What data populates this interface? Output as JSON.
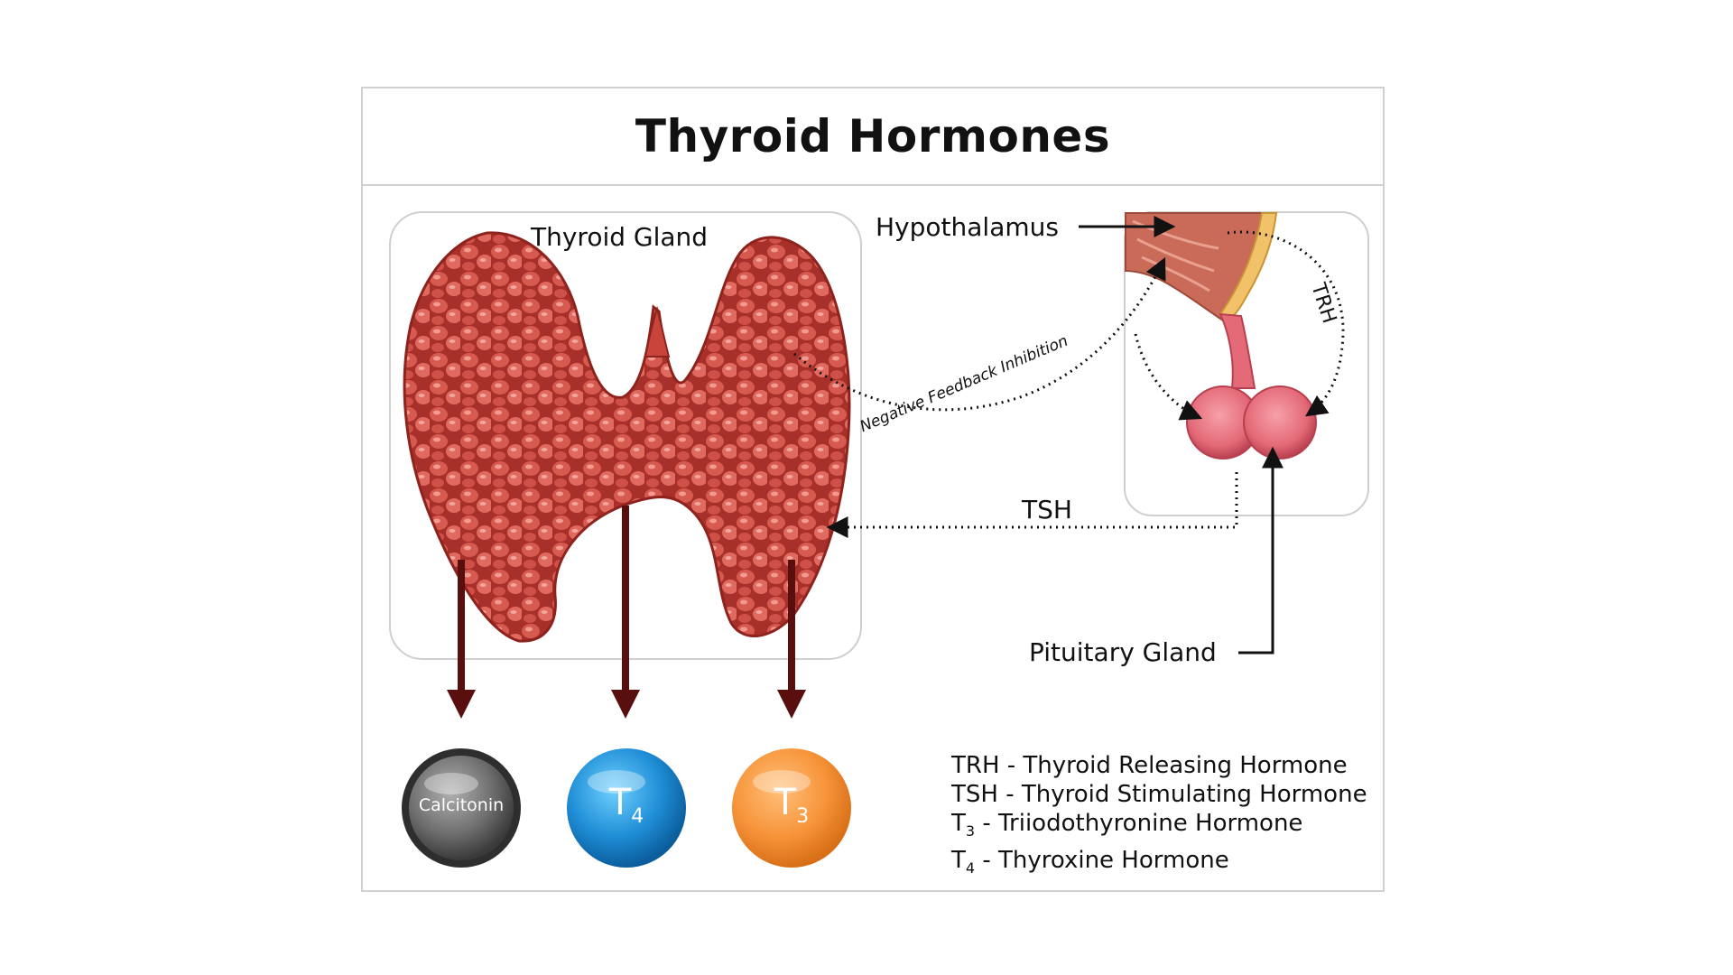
{
  "title": "Thyroid Hormones",
  "labels": {
    "thyroid_gland": "Thyroid Gland",
    "hypothalamus": "Hypothalamus",
    "pituitary_gland": "Pituitary Gland",
    "tsh": "TSH",
    "trh": "TRH",
    "negative_feedback": "Negative Feedback Inhibition"
  },
  "hormones": [
    {
      "main": "Calcitonin",
      "sub": "",
      "color": "#5a5a5a"
    },
    {
      "main": "T",
      "sub": "4",
      "color": "#1f8ed6"
    },
    {
      "main": "T",
      "sub": "3",
      "color": "#f7943a"
    }
  ],
  "legend": [
    {
      "abbr": "TRH",
      "sub": "",
      "text": " - Thyroid Releasing Hormone"
    },
    {
      "abbr": "TSH",
      "sub": "",
      "text": " - Thyroid Stimulating Hormone"
    },
    {
      "abbr": "T",
      "sub": "3",
      "text": " - Triiodothyronine Hormone"
    },
    {
      "abbr": "T",
      "sub": "4",
      "text": " - Thyroxine Hormone"
    }
  ],
  "colors": {
    "thyroid_tissue": "#c9443a",
    "arrow_dark": "#5a0f0f",
    "pituitary": "#e46a78",
    "hypothalamus": "#c96b58",
    "panel_border": "#cfcfcf"
  }
}
